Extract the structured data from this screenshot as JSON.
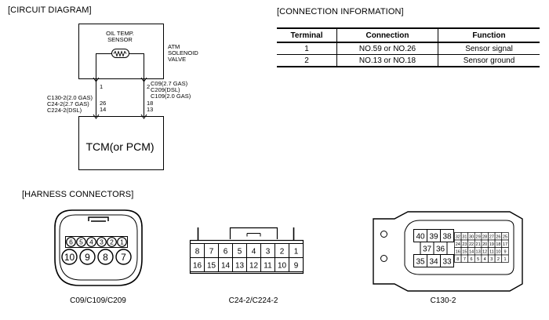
{
  "circuit": {
    "title": "[CIRCUIT DIAGRAM]",
    "sensor_line1": "OIL TEMP.",
    "sensor_line2": "SENSOR",
    "valve_line1": "ATM",
    "valve_line2": "SOLENOID",
    "valve_line3": "VALVE",
    "pin_left_top": "1",
    "pin_right_top": "2",
    "right_conn_1": "C09(2.7 GAS)",
    "right_conn_2": "C209(DSL)",
    "right_conn_3": "C109(2.0 GAS)",
    "left_conn_1": "C130-2(2.0 GAS)",
    "left_conn_2": "C24-2(2.7 GAS)",
    "left_conn_3": "C224-2(DSL)",
    "left_pin_a": "26",
    "left_pin_b": "14",
    "right_pin_a": "18",
    "right_pin_b": "13",
    "tcm_label": "TCM(or PCM)"
  },
  "connection": {
    "title": "[CONNECTION INFORMATION]",
    "headers": [
      "Terminal",
      "Connection",
      "Function"
    ],
    "rows": [
      [
        "1",
        "NO.59 or NO.26",
        "Sensor signal"
      ],
      [
        "2",
        "NO.13 or NO.18",
        "Sensor ground"
      ]
    ]
  },
  "harness": {
    "title": "[HARNESS CONNECTORS]",
    "c09": {
      "caption": "C09/C109/C209",
      "top_row": [
        "6",
        "5",
        "4",
        "3",
        "2",
        "1"
      ],
      "bottom_row": [
        "10",
        "9",
        "8",
        "7"
      ]
    },
    "c24": {
      "caption": "C24-2/C224-2",
      "top_row": [
        "8",
        "7",
        "6",
        "5",
        "4",
        "3",
        "2",
        "1"
      ],
      "bottom_row": [
        "16",
        "15",
        "14",
        "13",
        "12",
        "11",
        "10",
        "9"
      ]
    },
    "c130": {
      "caption": "C130-2",
      "big_top": [
        "40",
        "39",
        "38"
      ],
      "big_mid": [
        "37",
        "36"
      ],
      "big_bottom": [
        "35",
        "34",
        "33"
      ],
      "small_row1": [
        "32",
        "31",
        "30",
        "29",
        "28",
        "27",
        "26",
        "25"
      ],
      "small_row2": [
        "24",
        "23",
        "22",
        "21",
        "20",
        "19",
        "18",
        "17"
      ],
      "small_row3": [
        "16",
        "15",
        "14",
        "13",
        "12",
        "11",
        "10",
        "9"
      ],
      "small_row4": [
        "8",
        "7",
        "6",
        "5",
        "4",
        "3",
        "2",
        "1"
      ]
    }
  }
}
